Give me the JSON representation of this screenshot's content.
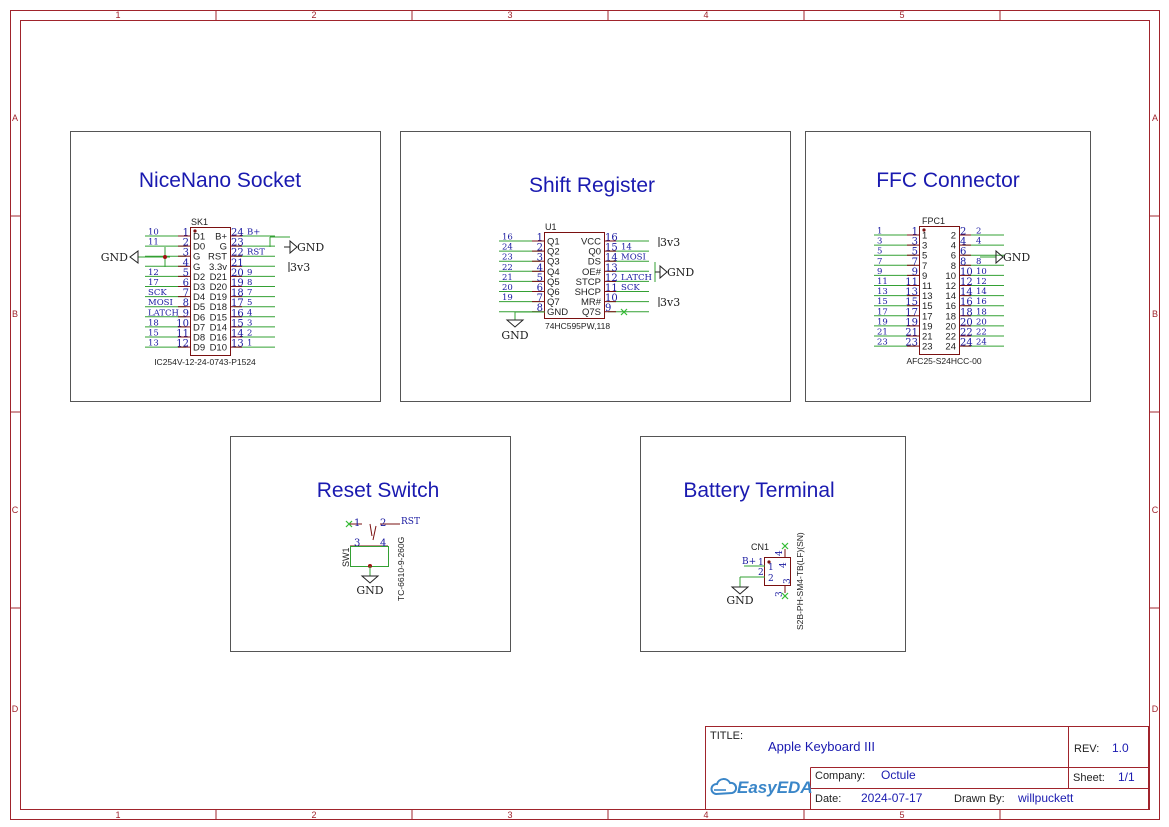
{
  "colors": {
    "frame": "#a0242c",
    "box": "#555555",
    "heading": "#1a1ab0",
    "pin": "#7a1010",
    "net": "#1a1aa0",
    "wire": "#33a033",
    "symbol": "#222222",
    "noconnect": "#33bb33"
  },
  "frame": {
    "columns": [
      "1",
      "2",
      "3",
      "4",
      "5"
    ],
    "rows": [
      "A",
      "B",
      "C",
      "D"
    ]
  },
  "blocks": {
    "nicenano": {
      "title": "NiceNano Socket",
      "ref": "SK1",
      "part": "IC254V-12-24-0743-P1524",
      "left_pins": [
        "1",
        "2",
        "3",
        "4",
        "5",
        "6",
        "7",
        "8",
        "9",
        "10",
        "11",
        "12"
      ],
      "left_inner": [
        "D1",
        "D0",
        "G",
        "G",
        "D2",
        "D3",
        "D4",
        "D5",
        "D6",
        "D7",
        "D8",
        "D9"
      ],
      "right_pins": [
        "24",
        "23",
        "22",
        "21",
        "20",
        "19",
        "18",
        "17",
        "16",
        "15",
        "14",
        "13"
      ],
      "right_inner": [
        "B+",
        "G",
        "RST",
        "3.3v",
        "D21",
        "D20",
        "D19",
        "D18",
        "D15",
        "D14",
        "D16",
        "D10"
      ],
      "left_nets": [
        "10",
        "11",
        "",
        "",
        "12",
        "17",
        "SCK",
        "MOSI",
        "LATCH",
        "18",
        "15",
        "13"
      ],
      "right_nets": [
        "B+",
        "",
        "RST",
        "",
        "9",
        "8",
        "7",
        "5",
        "4",
        "3",
        "2",
        "1"
      ],
      "gnd_left": "GND",
      "gnd_right": "GND",
      "pwr": "3v3"
    },
    "shift": {
      "title": "Shift Register",
      "ref": "U1",
      "part": "74HC595PW,118",
      "left_pins": [
        "1",
        "2",
        "3",
        "4",
        "5",
        "6",
        "7",
        "8"
      ],
      "left_inner": [
        "Q1",
        "Q2",
        "Q3",
        "Q4",
        "Q5",
        "Q6",
        "Q7",
        "GND"
      ],
      "left_nets": [
        "16",
        "24",
        "23",
        "22",
        "21",
        "20",
        "19",
        ""
      ],
      "right_pins": [
        "16",
        "15",
        "14",
        "13",
        "12",
        "11",
        "10",
        "9"
      ],
      "right_inner": [
        "VCC",
        "Q0",
        "DS",
        "OE#",
        "STCP",
        "SHCP",
        "MR#",
        "Q7S"
      ],
      "right_nets": [
        "",
        "14",
        "MOSI",
        "",
        "LATCH",
        "SCK",
        "",
        ""
      ],
      "pwr_top": "3v3",
      "pwr_bottom": "3v3",
      "gnd_right": "GND",
      "gnd_bottom": "GND"
    },
    "ffc": {
      "title": "FFC Connector",
      "ref": "FPC1",
      "part": "AFC25-S24HCC-00",
      "left_pins": [
        "1",
        "3",
        "5",
        "7",
        "9",
        "11",
        "13",
        "15",
        "17",
        "19",
        "21",
        "23"
      ],
      "right_pins": [
        "2",
        "4",
        "6",
        "8",
        "10",
        "12",
        "14",
        "16",
        "18",
        "20",
        "22",
        "24"
      ],
      "left_nets": [
        "1",
        "3",
        "5",
        "7",
        "9",
        "11",
        "13",
        "15",
        "17",
        "19",
        "21",
        "23"
      ],
      "right_nets": [
        "2",
        "4",
        "",
        "8",
        "10",
        "12",
        "14",
        "16",
        "18",
        "20",
        "22",
        "24"
      ],
      "gnd": "GND"
    },
    "reset": {
      "title": "Reset Switch",
      "ref": "SW1",
      "part": "TC-6610-9-260G",
      "pins": [
        "1",
        "2",
        "3",
        "4"
      ],
      "net": "RST",
      "gnd": "GND"
    },
    "battery": {
      "title": "Battery Terminal",
      "ref": "CN1",
      "part": "S2B-PH-SM4-TB(LF)(SN)",
      "pins": [
        "1",
        "2",
        "3",
        "4"
      ],
      "outer_pins": [
        "2",
        "1",
        "4",
        "3"
      ],
      "net": "B+",
      "gnd": "GND"
    }
  },
  "title_block": {
    "title_label": "TITLE:",
    "title": "Apple Keyboard III",
    "rev_label": "REV:",
    "rev": "1.0",
    "company_label": "Company:",
    "company": "Octule",
    "sheet_label": "Sheet:",
    "sheet": "1/1",
    "date_label": "Date:",
    "date": "2024-07-17",
    "drawn_label": "Drawn By:",
    "drawn_by": "willpuckett",
    "logo": "EasyEDA",
    "logo_icon": "cloud-icon"
  }
}
